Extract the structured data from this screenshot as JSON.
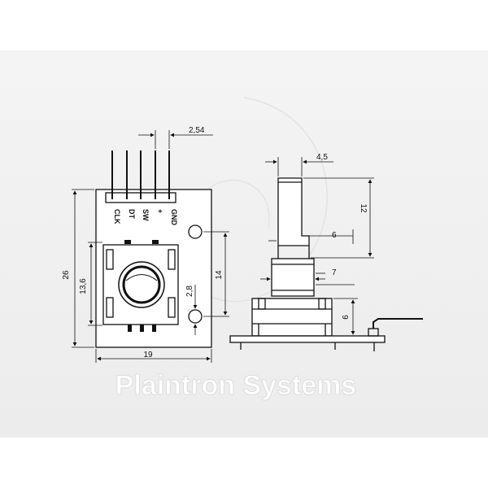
{
  "watermark": "Plaintron Systems",
  "pins": [
    "CLK",
    "DT",
    "SW",
    "+",
    "GND"
  ],
  "dimensions": {
    "pin_pitch": "2,54",
    "board_height": "26",
    "encoder_height": "13,6",
    "hole_spacing": "14",
    "hole_offset": "2,8",
    "board_width": "19",
    "shaft_width": "4,5",
    "shaft_length": "12",
    "flat_length": "6",
    "bushing_length": "7",
    "body_height": "6"
  },
  "colors": {
    "line": "#111111",
    "board": "#ffffff",
    "background": "#efefef"
  }
}
